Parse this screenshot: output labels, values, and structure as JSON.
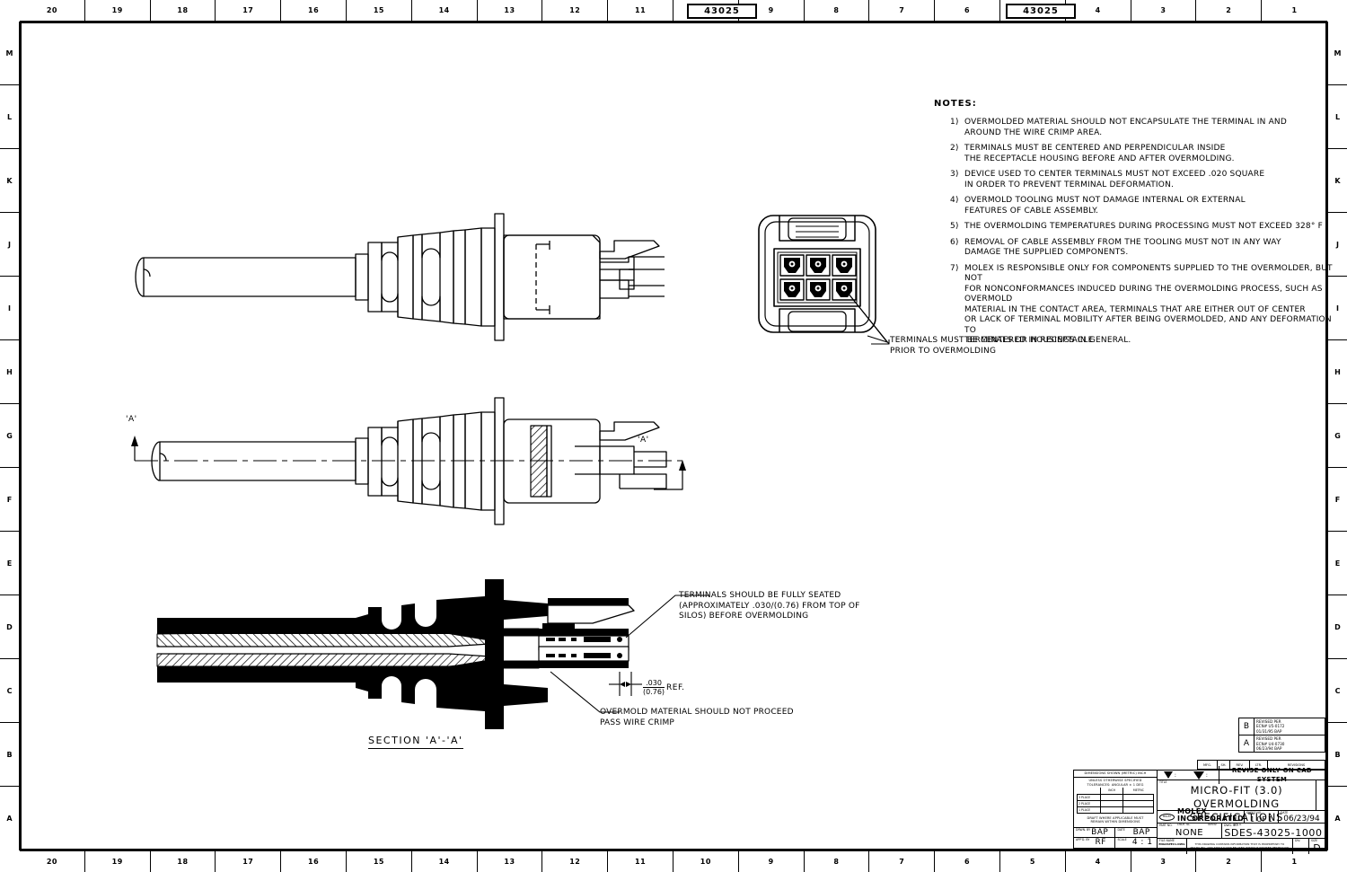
{
  "sheet": {
    "zones_top": [
      "20",
      "19",
      "18",
      "17",
      "16",
      "15",
      "14",
      "13",
      "12",
      "11",
      "10",
      "9",
      "8",
      "7",
      "6",
      "5",
      "4",
      "3",
      "2",
      "1"
    ],
    "zones_side": [
      "M",
      "L",
      "K",
      "J",
      "I",
      "H",
      "G",
      "F",
      "E",
      "D",
      "C",
      "B",
      "A"
    ],
    "part_tag_left": "43025",
    "part_tag_right": "43025"
  },
  "notes": {
    "title": "NOTES:",
    "items": [
      {
        "num": "1)",
        "text": "OVERMOLDED MATERIAL SHOULD NOT ENCAPSULATE THE TERMINAL IN AND\nAROUND THE WIRE CRIMP AREA."
      },
      {
        "num": "2)",
        "text": "TERMINALS MUST BE CENTERED AND PERPENDICULAR INSIDE\nTHE RECEPTACLE HOUSING BEFORE AND AFTER OVERMOLDING."
      },
      {
        "num": "3)",
        "text": "DEVICE USED TO CENTER TERMINALS MUST NOT EXCEED .020 SQUARE\nIN ORDER TO PREVENT TERMINAL DEFORMATION."
      },
      {
        "num": "4)",
        "text": "OVERMOLD TOOLING MUST NOT DAMAGE INTERNAL OR EXTERNAL\nFEATURES OF CABLE ASSEMBLY."
      },
      {
        "num": "5)",
        "text": "THE OVERMOLDING TEMPERATURES DURING PROCESSING MUST NOT EXCEED 328° F"
      },
      {
        "num": "6)",
        "text": "REMOVAL OF CABLE ASSEMBLY FROM THE TOOLING MUST NOT IN ANY WAY\nDAMAGE THE SUPPLIED COMPONENTS."
      },
      {
        "num": "7)",
        "text": "MOLEX IS RESPONSIBLE ONLY FOR COMPONENTS SUPPLIED TO THE OVERMOLDER, BUT NOT\nFOR NONCONFORMANCES INDUCED DURING THE OVERMOLDING PROCESS, SUCH AS OVERMOLD\nMATERIAL IN THE CONTACT AREA, TERMINALS THAT ARE EITHER OUT OF CENTER\nOR LACK OF TERMINAL MOBILITY AFTER BEING OVERMOLDED, AND ANY DEFORMATION TO\nTERMINALS OR HOUSINGS IN GENERAL."
      }
    ]
  },
  "callouts": {
    "receptacle": "TERMINALS MUST BE CENTERED IN RECEPTACLE\nPRIOR TO OVERMOLDING",
    "seated": "TERMINALS SHOULD BE FULLY SEATED\n(APPROXIMATELY .030/(0.76) FROM TOP OF\nSILOS) BEFORE OVERMOLDING",
    "no_proceed": "OVERMOLD MATERIAL SHOULD NOT PROCEED\nPASS WIRE CRIMP",
    "dim_inch": ".030",
    "dim_metric": "(0.76)",
    "dim_ref": "REF.",
    "section_label": "SECTION 'A'-'A'",
    "cut_a_left": "'A'",
    "cut_a_right": "'A'"
  },
  "revisions": {
    "header": [
      "MFG.",
      "SH.",
      "REV.",
      "LTR.",
      "REVISIONS"
    ],
    "rows": [
      {
        "letter": "B",
        "desc": "REVISED PER\nECN# U5-0172\n01/31/95      BAP"
      },
      {
        "letter": "A",
        "desc": "REVISED PER\nECN# U4-0730\n06/23/94      BAP"
      }
    ]
  },
  "title_block": {
    "dim_note": "DIMENSIONS SHOWN (METRIC) INCH",
    "tol_note": "UNLESS OTHERWISE SPECIFIED\nTOLERANCES: ANGULAR ± 1 DEG",
    "tol_header": [
      "",
      "INCH",
      "METRIC"
    ],
    "tol_rows": [
      {
        "place": "3 PLACE",
        "inch": "",
        "metric": ""
      },
      {
        "place": "2 PLACE",
        "inch": "",
        "metric": ""
      },
      {
        "place": "1 PLACE",
        "inch": "",
        "metric": ""
      }
    ],
    "draft_note": "DRAFT WHERE APPLICABLE MUST\nREMAIN WITHIN DIMENSIONS",
    "drwn_label": "DRWN. BY",
    "drwn_value": "BAP",
    "date_label": "DATE",
    "date_value": "BAP",
    "appd_label": "APP'D. BY",
    "appd_value": "RF",
    "scale_label": "SCALE",
    "scale_value": "4 : 1",
    "proj_symbol_1": ":",
    "proj_symbol_2": ":",
    "cad_note": "REVISE ONLY ON CAD SYSTEM",
    "title_label": "TITLE",
    "title_line1": "MICRO-FIT (3.0)",
    "title_line2": "OVERMOLDING SPECIFICATIONS",
    "company": "MOLEX INCORPORATED",
    "company_sub_left": "LISLE, ILL.",
    "company_sub_mid": "60532",
    "company_sub_right": "U.S.A.",
    "sheet_label": "SHEET NO.",
    "sheet_value": "1 OF 1",
    "date2_label": "DATE",
    "date2_value": "06/23/94",
    "partno_label": "PART NO.",
    "partno_value": "NONE",
    "dwgno_label": "DWG. NO.",
    "dwgno_value": "SDES-43025-1000",
    "filename_label": "FILE NAME",
    "filename_value": "ENG0SPEC1.DWG",
    "proprietary": "THIS DRAWING CONTAINS INFORMATION THAT IS PROPRIETARY TO\nMOLEX INC. AND SHOULD NOT BE USED WITHOUT WRITTEN PERMISSION",
    "div_label": "DIV.",
    "size_label": "SIZE",
    "size_value": "D"
  }
}
